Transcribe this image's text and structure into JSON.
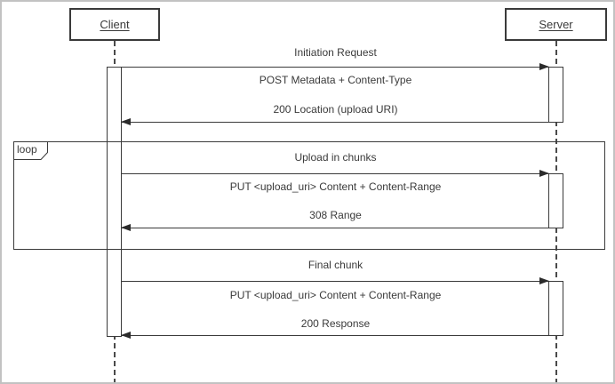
{
  "diagram_type": "uml-sequence-diagram",
  "actors": {
    "client": "Client",
    "server": "Server"
  },
  "loop_label": "loop",
  "exchanges": [
    {
      "title": "Initiation Request",
      "request": "POST Metadata + Content-Type",
      "response": "200 Location (upload URI)"
    },
    {
      "title": "Upload in chunks",
      "request": "PUT <upload_uri> Content + Content-Range",
      "response": "308 Range"
    },
    {
      "title": "Final chunk",
      "request": "PUT <upload_uri> Content + Content-Range",
      "response": "200 Response"
    }
  ],
  "icons": {
    "request_arrowhead": "filled-triangle-right",
    "response_arrowhead": "filled-triangle-left"
  },
  "colors": {
    "line": "#3a3a3a",
    "text": "#3a3a3a",
    "background": "#ffffff",
    "frame_border": "#c2c2c2"
  }
}
